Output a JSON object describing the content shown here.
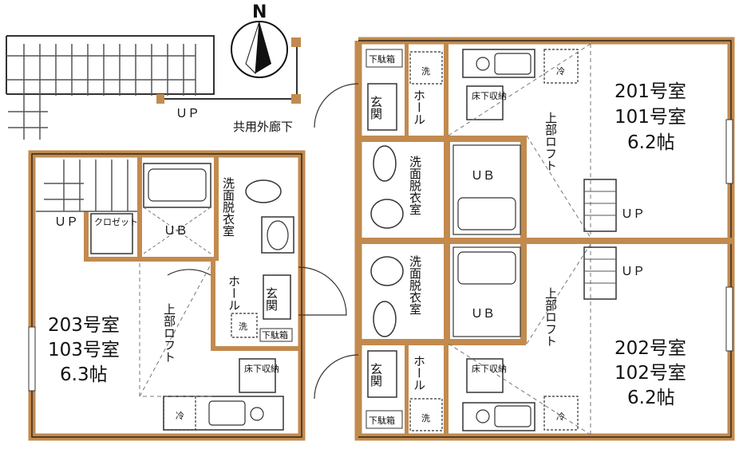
{
  "compass": {
    "north": "N"
  },
  "corridor": {
    "label": "共用外廊下",
    "up": "ＵＰ"
  },
  "unit_201": {
    "room_line1": "201号室",
    "room_line2": "101号室",
    "size": "6.2帖",
    "shoe_box": "下駄箱",
    "washer": "洗",
    "fridge": "冷",
    "entrance": "玄関",
    "hall": "ホール",
    "underfloor": "床下収納",
    "bath": "ＵＢ",
    "washroom": "洗面脱衣室",
    "loft": "上部ロフト",
    "up": "ＵＰ"
  },
  "unit_202": {
    "room_line1": "202号室",
    "room_line2": "102号室",
    "size": "6.2帖",
    "shoe_box": "下駄箱",
    "washer": "洗",
    "fridge": "冷",
    "entrance": "玄関",
    "hall": "ホール",
    "underfloor": "床下収納",
    "bath": "ＵＢ",
    "washroom": "洗面脱衣室",
    "loft": "上部ロフト",
    "up": "ＵＰ"
  },
  "unit_203": {
    "room_line1": "203号室",
    "room_line2": "103号室",
    "size": "6.3帖",
    "closet": "クロゼット",
    "shoe_box": "下駄箱",
    "washer": "洗",
    "fridge": "冷",
    "entrance": "玄関",
    "hall": "ホール",
    "underfloor": "床下収納",
    "bath": "ＵＢ",
    "washroom": "洗面脱衣室",
    "loft": "上部ロフト",
    "up": "ＵＰ"
  }
}
